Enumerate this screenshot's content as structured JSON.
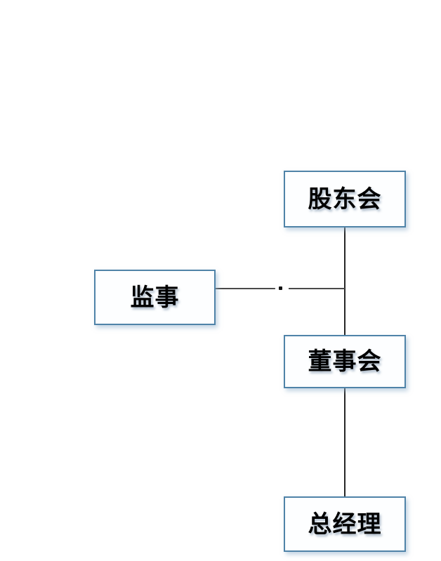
{
  "diagram": {
    "type": "org-chart",
    "nodes": {
      "shareholders": {
        "label": "股东会"
      },
      "supervisor": {
        "label": "监事"
      },
      "board": {
        "label": "董事会"
      },
      "general_manager": {
        "label": "总经理"
      }
    },
    "edges": [
      {
        "from": "shareholders",
        "to": "board",
        "style": "solid-vertical"
      },
      {
        "from": "board",
        "to": "general_manager",
        "style": "solid-vertical"
      },
      {
        "from": "supervisor",
        "to": "shareholders-board-trunk",
        "style": "solid-horizontal-with-dot-break"
      }
    ],
    "colors": {
      "box_border": "#4f83a8",
      "box_fill": "#fdfeff",
      "line": "#3a3a3a",
      "text": "#000000",
      "background": "#ffffff"
    }
  }
}
